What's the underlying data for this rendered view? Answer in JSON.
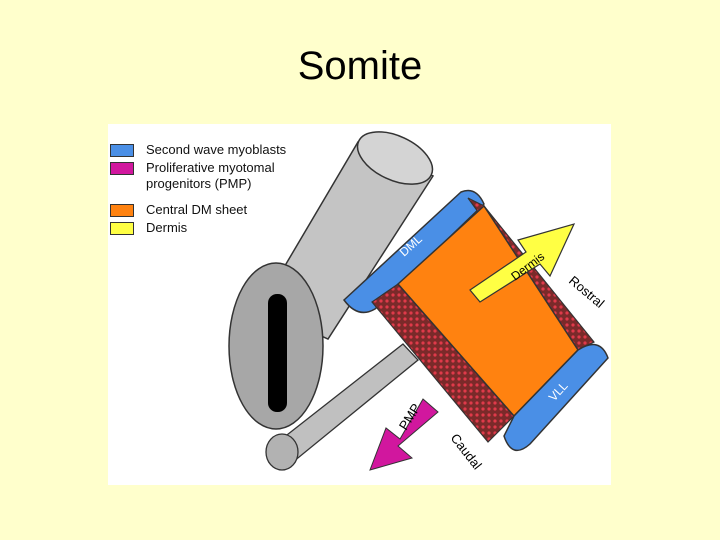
{
  "slide": {
    "title": "Somite"
  },
  "legend": {
    "items": [
      {
        "label": "Second wave myoblasts",
        "color": "#4a8fe6"
      },
      {
        "label": "Proliferative myotomal progenitors (PMP)",
        "label_line1": "Proliferative myotomal",
        "label_line2": "progenitors (PMP)",
        "color": "#d1179e"
      },
      {
        "label": "Central DM sheet",
        "color": "#ff8210"
      },
      {
        "label": "Dermis",
        "color": "#ffff44"
      }
    ]
  },
  "diagram": {
    "labels": {
      "dml": "DML",
      "vll": "VLL",
      "dermis_arrow": "Dermis",
      "pmp_arrow": "PMP",
      "rostral": "Rostral",
      "caudal": "Caudal"
    }
  }
}
